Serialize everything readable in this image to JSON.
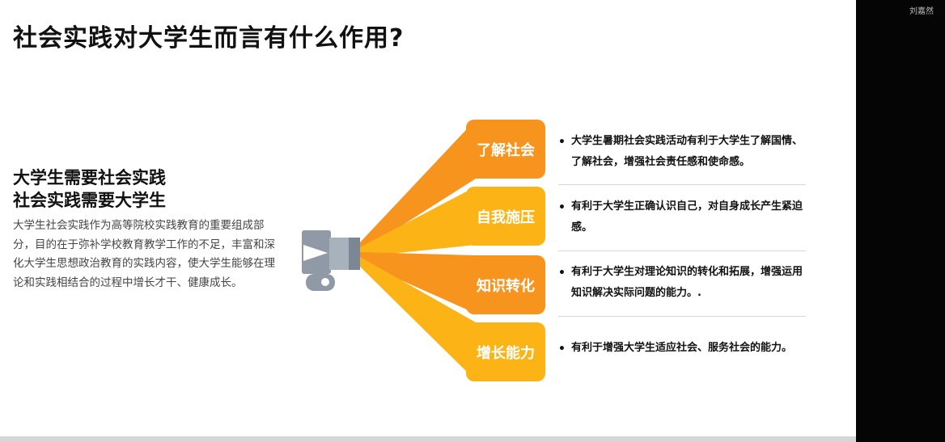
{
  "title": "社会实践对大学生而言有什么作用?",
  "participant_name": "刘嘉然",
  "subtitle_lines": [
    "大学生需要社会实践",
    "社会实践需要大学生"
  ],
  "paragraph": "大学生社会实践作为高等院校实践教育的重要组成部分，目的在于弥补学校教育教学工作的不足，丰富和深化大学生思想政治教育的实践内容，使大学生能够在理论和实践相结合的过程中增长才干、健康成长。",
  "colors": {
    "orange_dark": "#f7941e",
    "orange_light": "#fbb315",
    "camera_gray": "#8f9aa6"
  },
  "items": [
    {
      "label": "了解社会",
      "desc": "大学生暑期社会实践活动有利于大学生了解国情、了解社会，增强社会责任感和使命感。"
    },
    {
      "label": "自我施压",
      "desc": "有利于大学生正确认识自己，对自身成长产生紧迫感。"
    },
    {
      "label": "知识转化",
      "desc": "有利于大学生对理论知识的转化和拓展，增强运用知识解决实际问题的能力。."
    },
    {
      "label": "增长能力",
      "desc": "有利于增强大学生适应社会、服务社会的能力。"
    }
  ],
  "bullet_char": "•"
}
